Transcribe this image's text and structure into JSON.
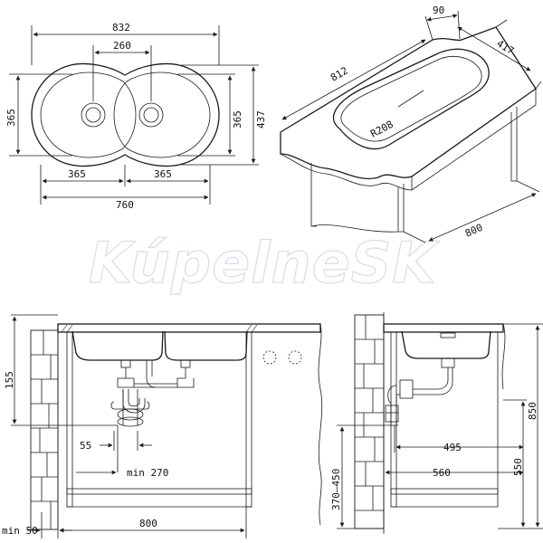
{
  "watermark": "KúpelneSK",
  "top_view": {
    "overall_width": "832",
    "bowl_spacing": "260",
    "bowl_diameter_left": "365",
    "bowl_diameter_right": "365",
    "inner_height": "365",
    "outer_height": "437",
    "bowl_width_left": "365",
    "bowl_width_right": "365",
    "bowl_total_width": "760"
  },
  "iso_view": {
    "depth": "90",
    "width": "417",
    "length": "812",
    "radius": "R208",
    "cabinet_width": "800"
  },
  "front_section": {
    "depth": "155",
    "drain_offset": "55",
    "min_clearance": "min 270",
    "min_side": "min 50",
    "cabinet_width": "800"
  },
  "side_section": {
    "height_range": "370–450",
    "trap_height": "550",
    "total_height": "850",
    "offset_495": "495",
    "offset_560": "560"
  }
}
